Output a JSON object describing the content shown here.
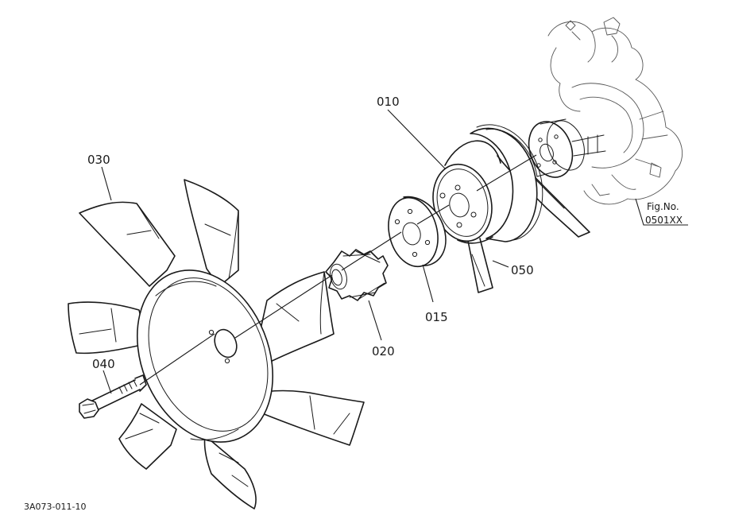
{
  "parts": [
    {
      "id": "010"
    },
    {
      "id": "015"
    },
    {
      "id": "020"
    },
    {
      "id": "030"
    },
    {
      "id": "040"
    },
    {
      "id": "050"
    }
  ],
  "figure_ref": {
    "line1": "Fig.No.",
    "line2": "0501XX"
  },
  "drawing_code": "3A073-011-10"
}
